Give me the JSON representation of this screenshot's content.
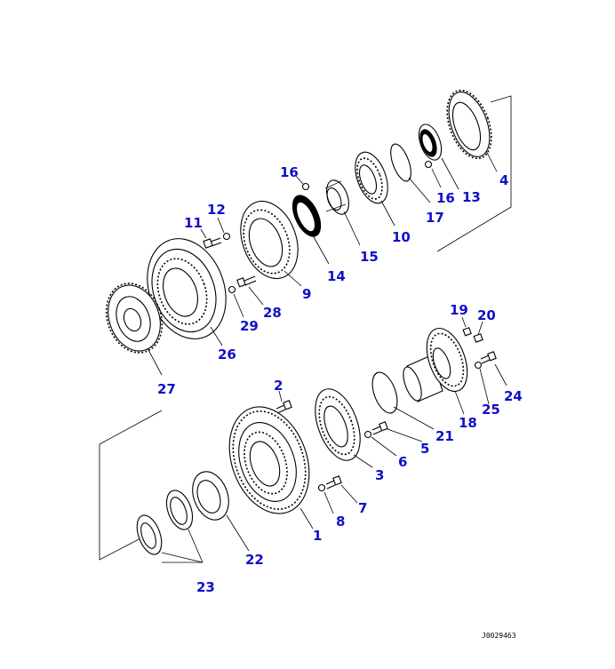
{
  "diagram": {
    "drawing_code": "J0029463",
    "callouts": [
      "1",
      "2",
      "3",
      "4",
      "5",
      "6",
      "7",
      "8",
      "9",
      "10",
      "11",
      "12",
      "13",
      "14",
      "15",
      "16",
      "16",
      "17",
      "18",
      "19",
      "20",
      "21",
      "22",
      "23",
      "24",
      "25",
      "26",
      "27",
      "28",
      "29"
    ]
  }
}
